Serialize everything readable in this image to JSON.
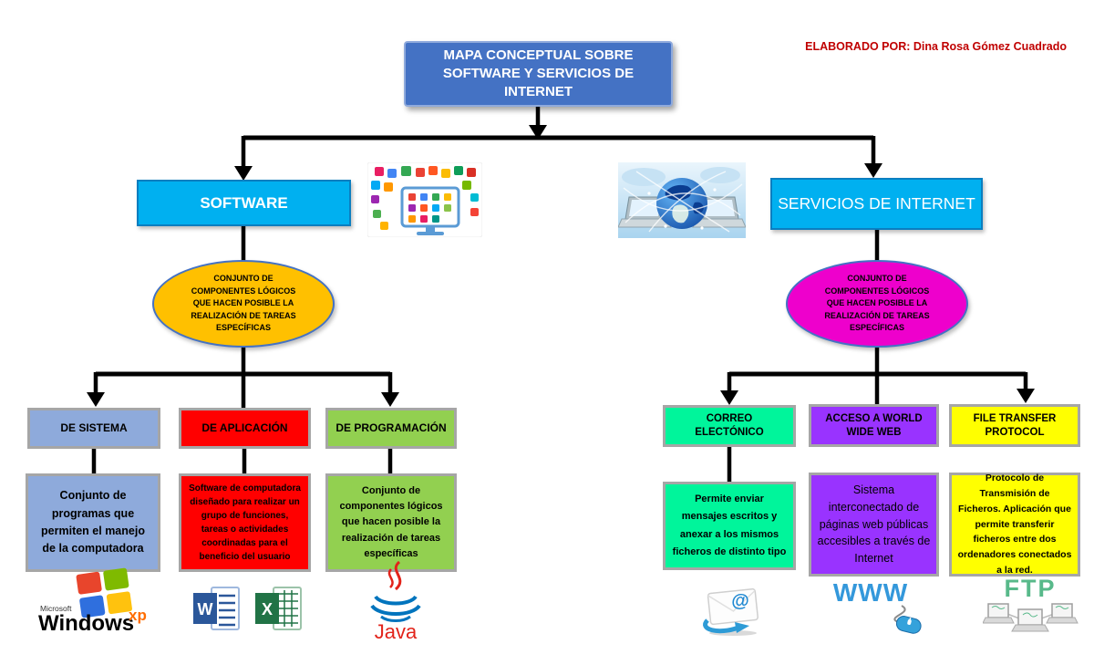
{
  "page": {
    "title": "MAPA CONCEPTUAL SOBRE SOFTWARE Y SERVICIOS DE INTERNET",
    "credit": "ELABORADO POR: Dina Rosa Gómez Cuadrado"
  },
  "software": {
    "label": "SOFTWARE",
    "definition": "CONJUNTO DE COMPONENTES LÓGICOS QUE HACEN POSIBLE LA REALIZACIÓN DE TAREAS ESPECÍFICAS",
    "categories": [
      {
        "label": "DE SISTEMA",
        "description": "Conjunto de programas que permiten el manejo de la computadora",
        "color": "#8EAADB"
      },
      {
        "label": "DE APLICACIÓN",
        "description": "Software de computadora diseñado para realizar un grupo de funciones, tareas o actividades coordinadas para el beneficio del usuario",
        "color": "#FF0000"
      },
      {
        "label": "DE PROGRAMACIÓN",
        "description": "Conjunto de componentes lógicos que hacen posible la realización de tareas específicas",
        "color": "#92D050"
      }
    ]
  },
  "internet": {
    "label": "SERVICIOS DE INTERNET",
    "definition": "CONJUNTO DE COMPONENTES LÓGICOS QUE HACEN POSIBLE LA REALIZACIÓN DE TAREAS ESPECÍFICAS",
    "categories": [
      {
        "label": "CORREO ELECTÓNICO",
        "description": "Permite enviar mensajes escritos y anexar a los mismos ficheros de distinto tipo",
        "color": "#00F59B"
      },
      {
        "label": "ACCESO A WORLD WIDE WEB",
        "description": "Sistema interconectado de páginas web públicas accesibles a través de Internet",
        "color": "#9933FF"
      },
      {
        "label": "FILE TRANSFER PROTOCOL",
        "description": "Protocolo de Transmisión de Ficheros. Aplicación que permite transferir ficheros entre dos ordenadores conectados a la red.",
        "color": "#FFFF00"
      }
    ]
  },
  "logos": {
    "windows": {
      "microsoft": "Microsoft",
      "brand": "Windows",
      "edition": "xp"
    },
    "word": {
      "letter": "W"
    },
    "excel": {
      "letter": "X"
    },
    "java": {
      "label": "Java"
    },
    "email": {
      "at": "@"
    },
    "www": {
      "label": "WWW"
    },
    "ftp": {
      "label": "FTP"
    }
  },
  "colors": {
    "title_box": "#4472C4",
    "branch_box": "#00B0F0",
    "software_ellipse": "#FFC000",
    "internet_ellipse": "#EE00CC",
    "credit_text": "#C00000",
    "box_border_gray": "#A6A6A6",
    "connector": "#000000"
  }
}
